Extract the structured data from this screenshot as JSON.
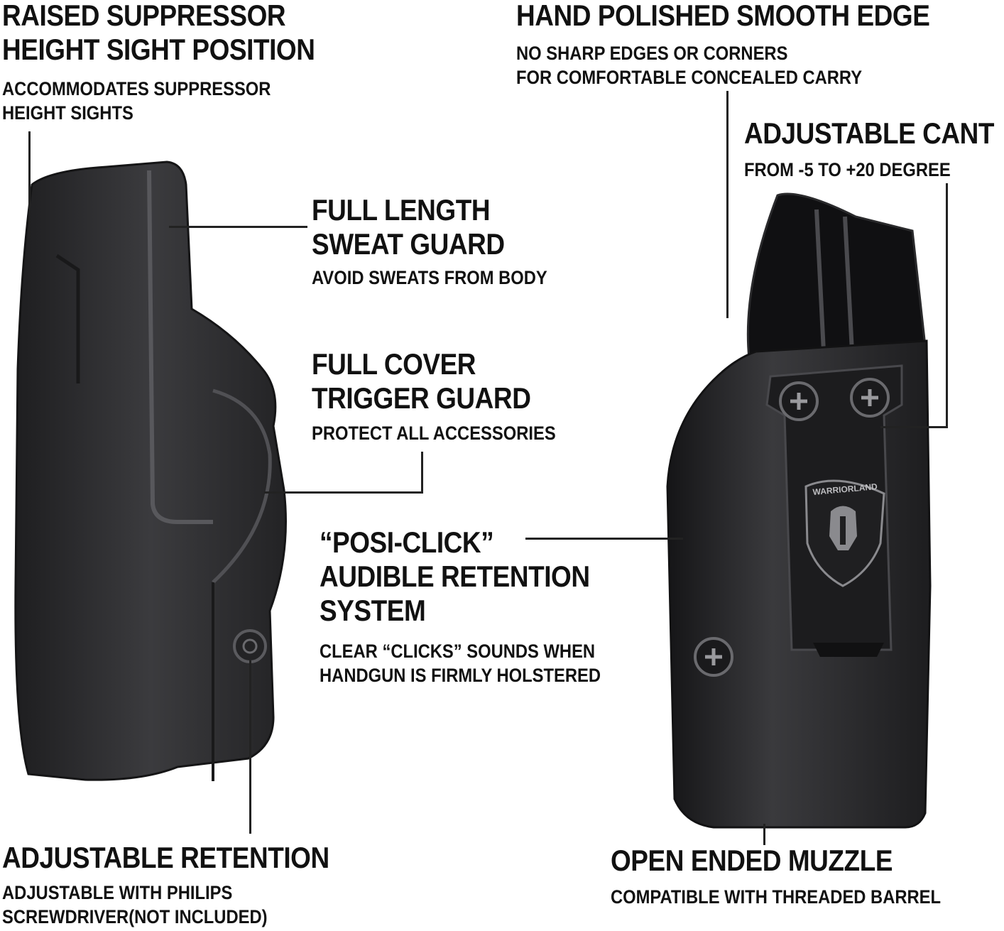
{
  "features": {
    "suppressor": {
      "title": [
        "RAISED SUPPRESSOR",
        "HEIGHT SIGHT POSITION"
      ],
      "desc": [
        "ACCOMMODATES SUPPRESSOR",
        "HEIGHT SIGHTS"
      ]
    },
    "sweat_guard": {
      "title": [
        "FULL LENGTH",
        "SWEAT GUARD"
      ],
      "desc": [
        "AVOID SWEATS FROM BODY"
      ]
    },
    "trigger_guard": {
      "title": [
        "FULL COVER",
        "TRIGGER GUARD"
      ],
      "desc": [
        "PROTECT ALL ACCESSORIES"
      ]
    },
    "posi_click": {
      "title": [
        "“POSI-CLICK”",
        "AUDIBLE RETENTION",
        "SYSTEM"
      ],
      "desc": [
        "CLEAR “CLICKS” SOUNDS WHEN",
        "HANDGUN IS FIRMLY HOLSTERED"
      ]
    },
    "retention": {
      "title": [
        "ADJUSTABLE RETENTION"
      ],
      "desc": [
        "ADJUSTABLE WITH PHILIPS",
        "SCREWDRIVER(NOT INCLUDED)"
      ]
    },
    "smooth_edge": {
      "title": [
        "HAND POLISHED SMOOTH EDGE"
      ],
      "desc": [
        "NO SHARP EDGES OR CORNERS",
        "FOR COMFORTABLE CONCEALED CARRY"
      ]
    },
    "cant": {
      "title": [
        "ADJUSTABLE CANT"
      ],
      "desc": [
        "FROM -5 TO +20 DEGREE"
      ]
    },
    "muzzle": {
      "title": [
        "OPEN ENDED MUZZLE"
      ],
      "desc": [
        "COMPATIBLE WITH THREADED BARREL"
      ]
    }
  },
  "logo_text": "WARRIORLAND",
  "colors": {
    "holster": "#2b2b2d",
    "holster_light": "#4a4a4d",
    "text": "#111111",
    "leader": "#222222"
  },
  "images": {
    "left": "holster-side-view",
    "right": "holster-clip-view"
  }
}
